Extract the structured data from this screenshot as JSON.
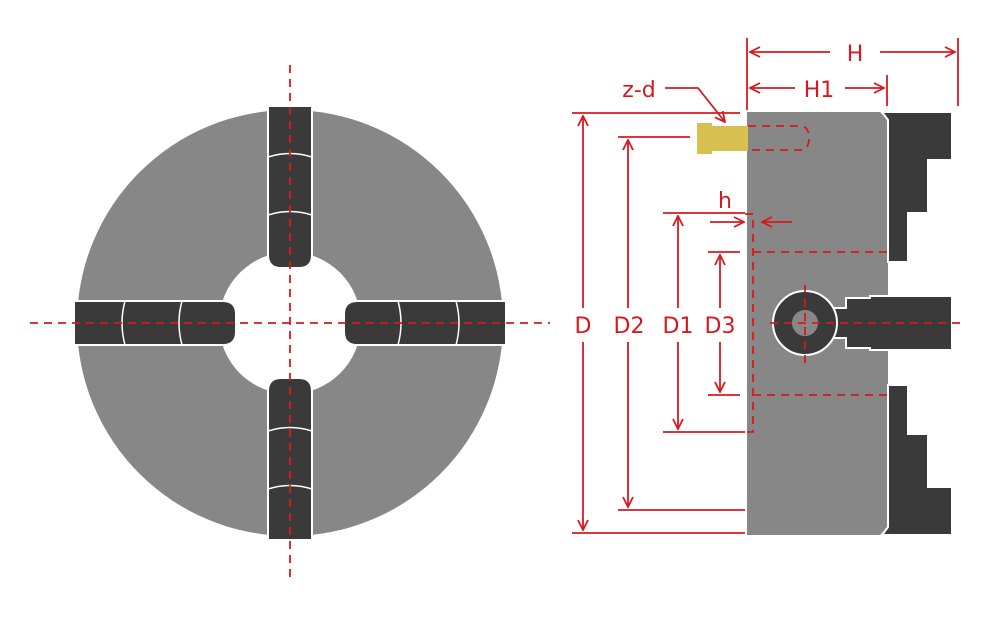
{
  "title": "Four-jaw chuck dimensions",
  "labels": {
    "D": "D",
    "D2": "D2",
    "D1": "D1",
    "D3": "D3",
    "H": "H",
    "H1": "H1",
    "h": "h",
    "zd": "z-d"
  },
  "colors": {
    "dimension": "#d7191f",
    "body": "#878787",
    "jaw": "#3a3a3a",
    "bolt": "#d8c050"
  }
}
